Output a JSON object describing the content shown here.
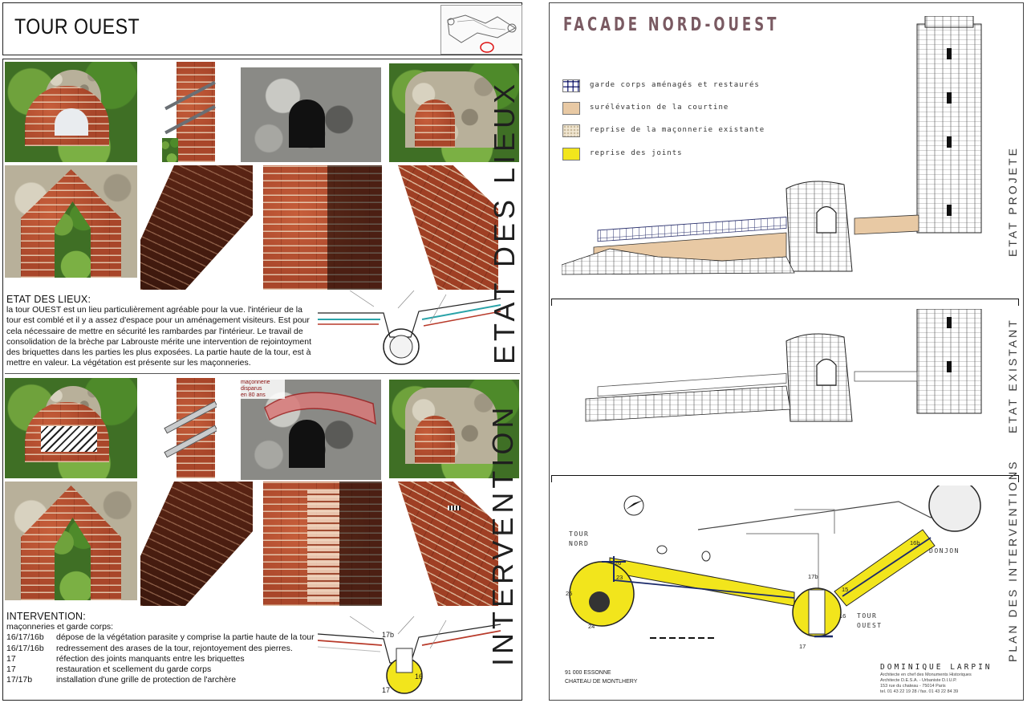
{
  "left": {
    "title": "TOUR OUEST",
    "etat": {
      "heading": "ETAT DES LIEUX:",
      "body": "la tour OUEST est un lieu particulièrement agréable pour la vue. l'intérieur de la tour est comblé et il y a assez d'espace pour un aménagement visiteurs. Est pour cela nécessaire de mettre en sécurité les rambardes par l'intérieur.  Le travail de consolidation de la brèche par Labrouste mérite une intervention de rejointoyment des briquettes dans les parties les plus exposées.  La partie haute de la tour, est à mettre en valeur. La végétation est présente sur les maçonneries.",
      "side_label": "ETAT DES LIEUX"
    },
    "intervention": {
      "heading": "INTERVENTION:",
      "intro": "maçonneries et garde corps:",
      "items": [
        {
          "ref": "16/17/16b",
          "text": "dépose de la végétation parasite  y comprise la partie haute de la tour"
        },
        {
          "ref": "16/17/16b",
          "text": "redressement des arases de la tour, rejontoyement des pierres."
        },
        {
          "ref": "17",
          "text": "réfection des joints manquants entre les briquettes"
        },
        {
          "ref": "17",
          "text": "restauration et scellement du garde corps"
        },
        {
          "ref": "17/17b",
          "text": "installation d'une grille de protection de l'archère"
        }
      ],
      "side_label": "INTERVENTION",
      "annotation": "maçonnerie\ndisparus\nen 80 ans",
      "plan_labels": [
        "17b",
        "16",
        "17"
      ]
    }
  },
  "right": {
    "title": "FACADE NORD-OUEST",
    "legend": [
      {
        "label": "garde corps aménagés et restaurés",
        "swatch": "grid"
      },
      {
        "label": "surélévation de la courtine",
        "swatch": "#e8c9a4"
      },
      {
        "label": "reprise de la maçonnerie existante",
        "swatch": "#f1e6d2"
      },
      {
        "label": "reprise des joints",
        "swatch": "#f2e51c"
      }
    ],
    "side_labels": {
      "projete": "ETAT PROJETE",
      "existant": "ETAT EXISTANT",
      "plan": "PLAN DES INTERVENTIONS"
    },
    "plan": {
      "tour_nord": "TOUR\nNORD",
      "tour_ouest": "TOUR\nOUEST",
      "donjon": "DONJON",
      "numbers": [
        "26",
        "25",
        "23",
        "24",
        "17b",
        "15",
        "16",
        "17",
        "16b"
      ]
    },
    "footer": {
      "location_line1": "91 000 ESSONNE",
      "location_line2": "CHATEAU DE MONTLHERY",
      "author": "DOMINIQUE LARPIN",
      "credits": "Architecte en chef des Monuments Historiques\nArchitecte D.E.S.A. - Urbaniste D.I.U.P.\n153 rue du chateau - 75014 Paris\ntel. 01 43 22 19 28 / fax. 01 43 22 84 39"
    }
  },
  "colors": {
    "joints_yellow": "#f2e51c",
    "title_mauve": "#7a5a62",
    "brick": "#a9462a",
    "teal_line": "#2aa3a8",
    "red_line": "#b83a2a"
  }
}
